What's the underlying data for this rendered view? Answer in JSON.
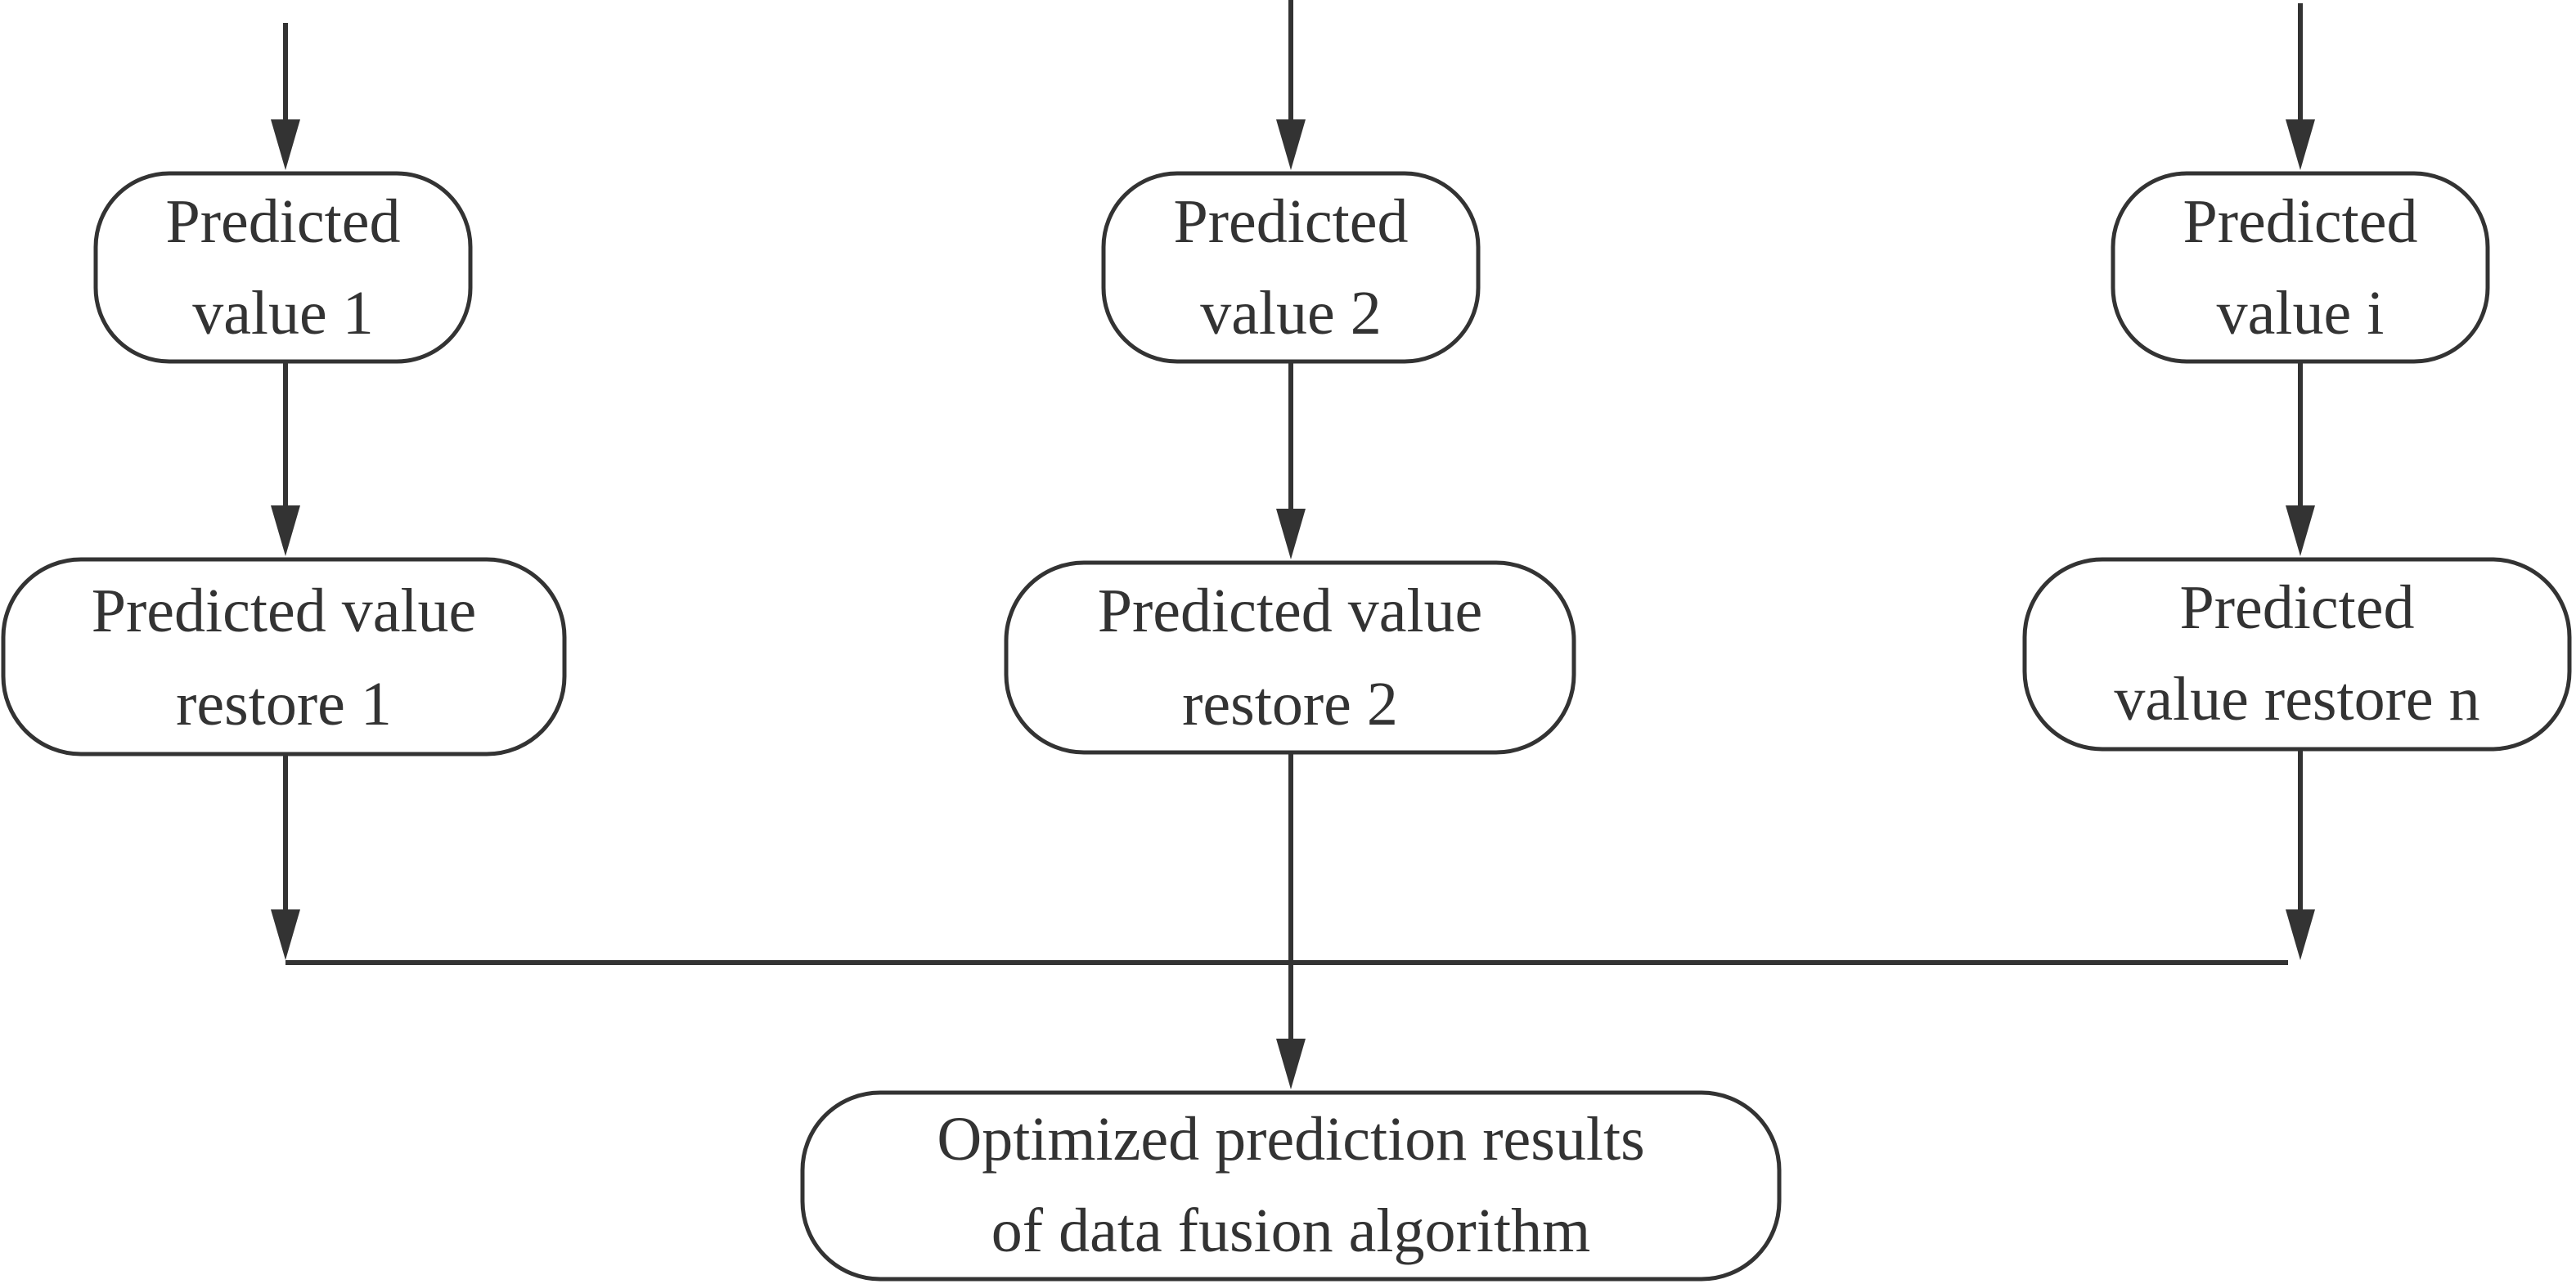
{
  "nodes": {
    "predicted_1": {
      "line1": "Predicted",
      "line2": "value 1"
    },
    "predicted_2": {
      "line1": "Predicted",
      "line2": "value 2"
    },
    "predicted_i": {
      "line1": "Predicted",
      "line2": "value i"
    },
    "restore_1": {
      "line1": "Predicted value",
      "line2": "restore 1"
    },
    "restore_2": {
      "line1": "Predicted value",
      "line2": "restore 2"
    },
    "restore_n": {
      "line1": "Predicted",
      "line2": "value restore n"
    },
    "result": {
      "line1": "Optimized prediction results",
      "line2": "of data fusion algorithm"
    }
  },
  "colors": {
    "stroke": "#333333",
    "background": "#ffffff"
  }
}
